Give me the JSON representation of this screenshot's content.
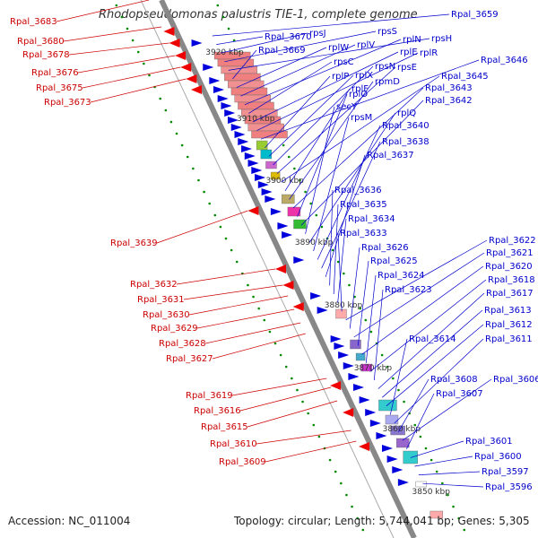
{
  "title": "Rhodopseudomonas palustris TIE-1, complete genome",
  "footer": {
    "accession": "Accession: NC_011004",
    "topology": "Topology: circular; Length: 5,744,041 bp; Genes: 5,305"
  },
  "colors": {
    "forward_label": "#0000cc",
    "reverse_label": "#cc0000",
    "forward_gene": "#0000dd",
    "reverse_gene": "#ee0000",
    "backbone": "#888888",
    "gc_skew_dots": "#008800"
  },
  "ticks": [
    "3920 kbp",
    "3910 kbp",
    "3900 kbp",
    "3890 kbp",
    "3880 kbp",
    "3870 kbp",
    "3860 kbp",
    "3850 kbp"
  ],
  "forward_labels": [
    "Rpal_3659",
    "Rpal_3670",
    "rpsJ",
    "rpsS",
    "rpsH",
    "Rpal_3669",
    "rplW",
    "rplV",
    "rplN",
    "rpsC",
    "rplE",
    "rplR",
    "Rpal_3646",
    "rplP",
    "rplX",
    "rpsN",
    "rpsE",
    "Rpal_3645",
    "rplF",
    "rpmD",
    "Rpal_3643",
    "rplO",
    "Rpal_3642",
    "secY",
    "rplQ",
    "rpsM",
    "Rpal_3640",
    "Rpal_3638",
    "Rpal_3637",
    "Rpal_3636",
    "Rpal_3635",
    "Rpal_3634",
    "Rpal_3633",
    "Rpal_3622",
    "Rpal_3626",
    "Rpal_3621",
    "Rpal_3625",
    "Rpal_3620",
    "Rpal_3624",
    "Rpal_3618",
    "Rpal_3623",
    "Rpal_3617",
    "Rpal_3613",
    "Rpal_3612",
    "Rpal_3614",
    "Rpal_3611",
    "Rpal_3608",
    "Rpal_3606",
    "Rpal_3607",
    "Rpal_3601",
    "Rpal_3600",
    "Rpal_3597",
    "Rpal_3596"
  ],
  "reverse_labels": [
    "Rpal_3683",
    "Rpal_3680",
    "Rpal_3678",
    "Rpal_3676",
    "Rpal_3675",
    "Rpal_3673",
    "Rpal_3639",
    "Rpal_3632",
    "Rpal_3631",
    "Rpal_3630",
    "Rpal_3629",
    "Rpal_3628",
    "Rpal_3627",
    "Rpal_3619",
    "Rpal_3616",
    "Rpal_3615",
    "Rpal_3610",
    "Rpal_3609"
  ]
}
